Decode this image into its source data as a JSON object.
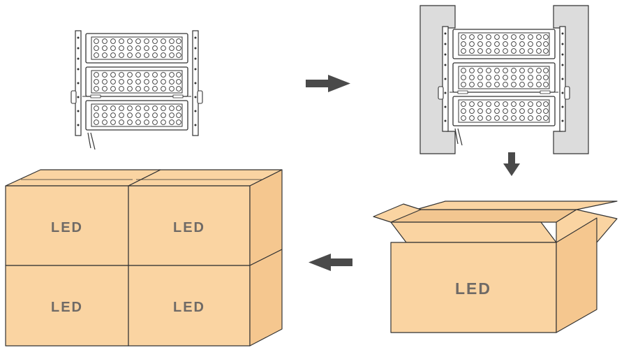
{
  "diagram": {
    "colors": {
      "cardboard": "#fad4a2",
      "cardboard_side": "#f5c78f",
      "outline": "#333333",
      "foam": "#dcdcdc",
      "arrow": "#4a4a4a",
      "label": "#6f6a66"
    },
    "steps": [
      {
        "icon": "led-floodlight-icon"
      },
      {
        "icon": "foam-packed-light-icon"
      },
      {
        "icon": "open-carton-icon"
      },
      {
        "icon": "stacked-cartons-icon"
      }
    ],
    "single_box_label": "LED",
    "stack_labels": [
      "LED",
      "LED",
      "LED",
      "LED"
    ]
  }
}
